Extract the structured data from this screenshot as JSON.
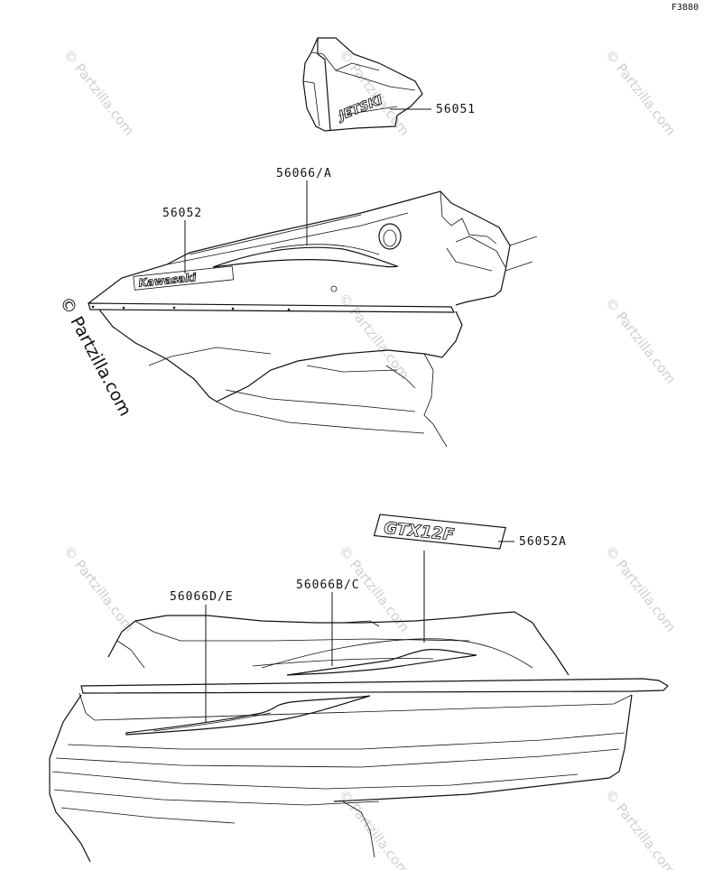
{
  "figure_code": "F3880",
  "watermark_text": "© Partzilla.com",
  "parts": [
    {
      "label": "56051"
    },
    {
      "label": "56066/A"
    },
    {
      "label": "56052"
    },
    {
      "label": "56052A"
    },
    {
      "label": "56066D/E"
    },
    {
      "label": "56066B/C"
    }
  ],
  "logos": {
    "jetski": "JETSKI",
    "kawasaki": "Kawasaki",
    "model": "GTX12F"
  },
  "colors": {
    "line": "#111111",
    "watermark": "#cfcfcf",
    "background": "#ffffff"
  }
}
